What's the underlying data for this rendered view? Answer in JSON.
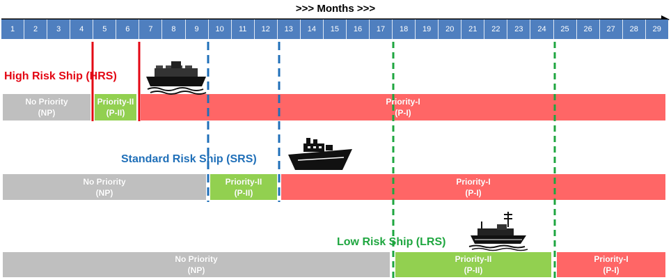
{
  "header": {
    "title": ">>> Months >>>"
  },
  "months": [
    "1",
    "2",
    "3",
    "4",
    "5",
    "6",
    "7",
    "8",
    "9",
    "10",
    "11",
    "12",
    "13",
    "14",
    "15",
    "16",
    "17",
    "18",
    "19",
    "20",
    "21",
    "22",
    "23",
    "24",
    "25",
    "26",
    "27",
    "28",
    "29"
  ],
  "ships": {
    "hrs": {
      "label": "High Risk Ship (HRS)",
      "bars": [
        {
          "line1": "No Priority",
          "line2": "(NP)"
        },
        {
          "line1": "Priority-II",
          "line2": "(P-II)"
        },
        {
          "line1": "Priority-I",
          "line2": "(P-I)"
        }
      ]
    },
    "srs": {
      "label": "Standard Risk Ship (SRS)",
      "bars": [
        {
          "line1": "No Priority",
          "line2": "(NP)"
        },
        {
          "line1": "Priority-II",
          "line2": "(P-II)"
        },
        {
          "line1": "Priority-I",
          "line2": "(P-I)"
        }
      ]
    },
    "lrs": {
      "label": "Low Risk Ship (LRS)",
      "bars": [
        {
          "line1": "No Priority",
          "line2": "(NP)"
        },
        {
          "line1": "Priority-II",
          "line2": "(P-II)"
        },
        {
          "line1": "Priority-I",
          "line2": "(P-I)"
        }
      ]
    }
  },
  "colors": {
    "month_header": "#4f7fbf",
    "no_priority": "#bfbfbf",
    "priority_ii": "#92d050",
    "priority_i": "#ff6666",
    "hrs_marker": "#e30613",
    "srs_marker": "#1f6fb8",
    "lrs_marker": "#1ea63f"
  },
  "icons": {
    "ship": "ship-icon"
  }
}
